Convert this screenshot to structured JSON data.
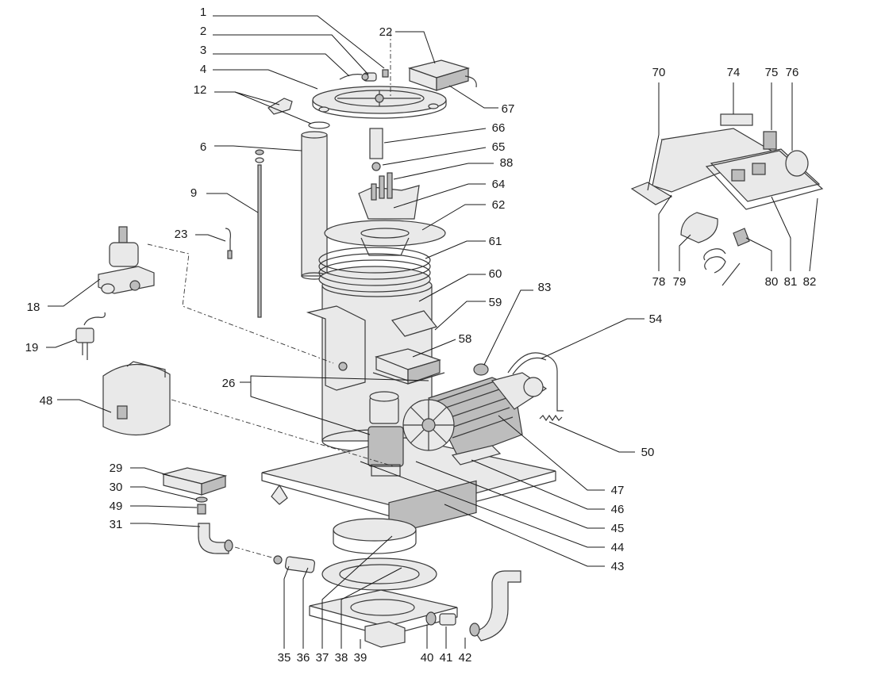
{
  "callouts": [
    {
      "id": "1",
      "label": "1"
    },
    {
      "id": "2",
      "label": "2"
    },
    {
      "id": "3",
      "label": "3"
    },
    {
      "id": "4",
      "label": "4"
    },
    {
      "id": "12",
      "label": "12"
    },
    {
      "id": "6",
      "label": "6"
    },
    {
      "id": "9",
      "label": "9"
    },
    {
      "id": "23",
      "label": "23"
    },
    {
      "id": "18",
      "label": "18"
    },
    {
      "id": "19",
      "label": "19"
    },
    {
      "id": "48",
      "label": "48"
    },
    {
      "id": "26",
      "label": "26"
    },
    {
      "id": "29",
      "label": "29"
    },
    {
      "id": "30",
      "label": "30"
    },
    {
      "id": "49",
      "label": "49"
    },
    {
      "id": "31",
      "label": "31"
    },
    {
      "id": "22",
      "label": "22"
    },
    {
      "id": "67",
      "label": "67"
    },
    {
      "id": "66",
      "label": "66"
    },
    {
      "id": "65",
      "label": "65"
    },
    {
      "id": "88",
      "label": "88"
    },
    {
      "id": "64",
      "label": "64"
    },
    {
      "id": "62",
      "label": "62"
    },
    {
      "id": "61",
      "label": "61"
    },
    {
      "id": "60",
      "label": "60"
    },
    {
      "id": "59",
      "label": "59"
    },
    {
      "id": "58",
      "label": "58"
    },
    {
      "id": "83",
      "label": "83"
    },
    {
      "id": "54",
      "label": "54"
    },
    {
      "id": "50",
      "label": "50"
    },
    {
      "id": "47",
      "label": "47"
    },
    {
      "id": "46",
      "label": "46"
    },
    {
      "id": "45",
      "label": "45"
    },
    {
      "id": "44",
      "label": "44"
    },
    {
      "id": "43",
      "label": "43"
    },
    {
      "id": "35",
      "label": "35"
    },
    {
      "id": "36",
      "label": "36"
    },
    {
      "id": "37",
      "label": "37"
    },
    {
      "id": "38",
      "label": "38"
    },
    {
      "id": "39",
      "label": "39"
    },
    {
      "id": "40",
      "label": "40"
    },
    {
      "id": "41",
      "label": "41"
    },
    {
      "id": "42",
      "label": "42"
    },
    {
      "id": "70",
      "label": "70"
    },
    {
      "id": "74",
      "label": "74"
    },
    {
      "id": "75",
      "label": "75"
    },
    {
      "id": "76",
      "label": "76"
    },
    {
      "id": "78",
      "label": "78"
    },
    {
      "id": "79",
      "label": "79"
    },
    {
      "id": "80",
      "label": "80"
    },
    {
      "id": "81",
      "label": "81"
    },
    {
      "id": "82",
      "label": "82"
    }
  ]
}
